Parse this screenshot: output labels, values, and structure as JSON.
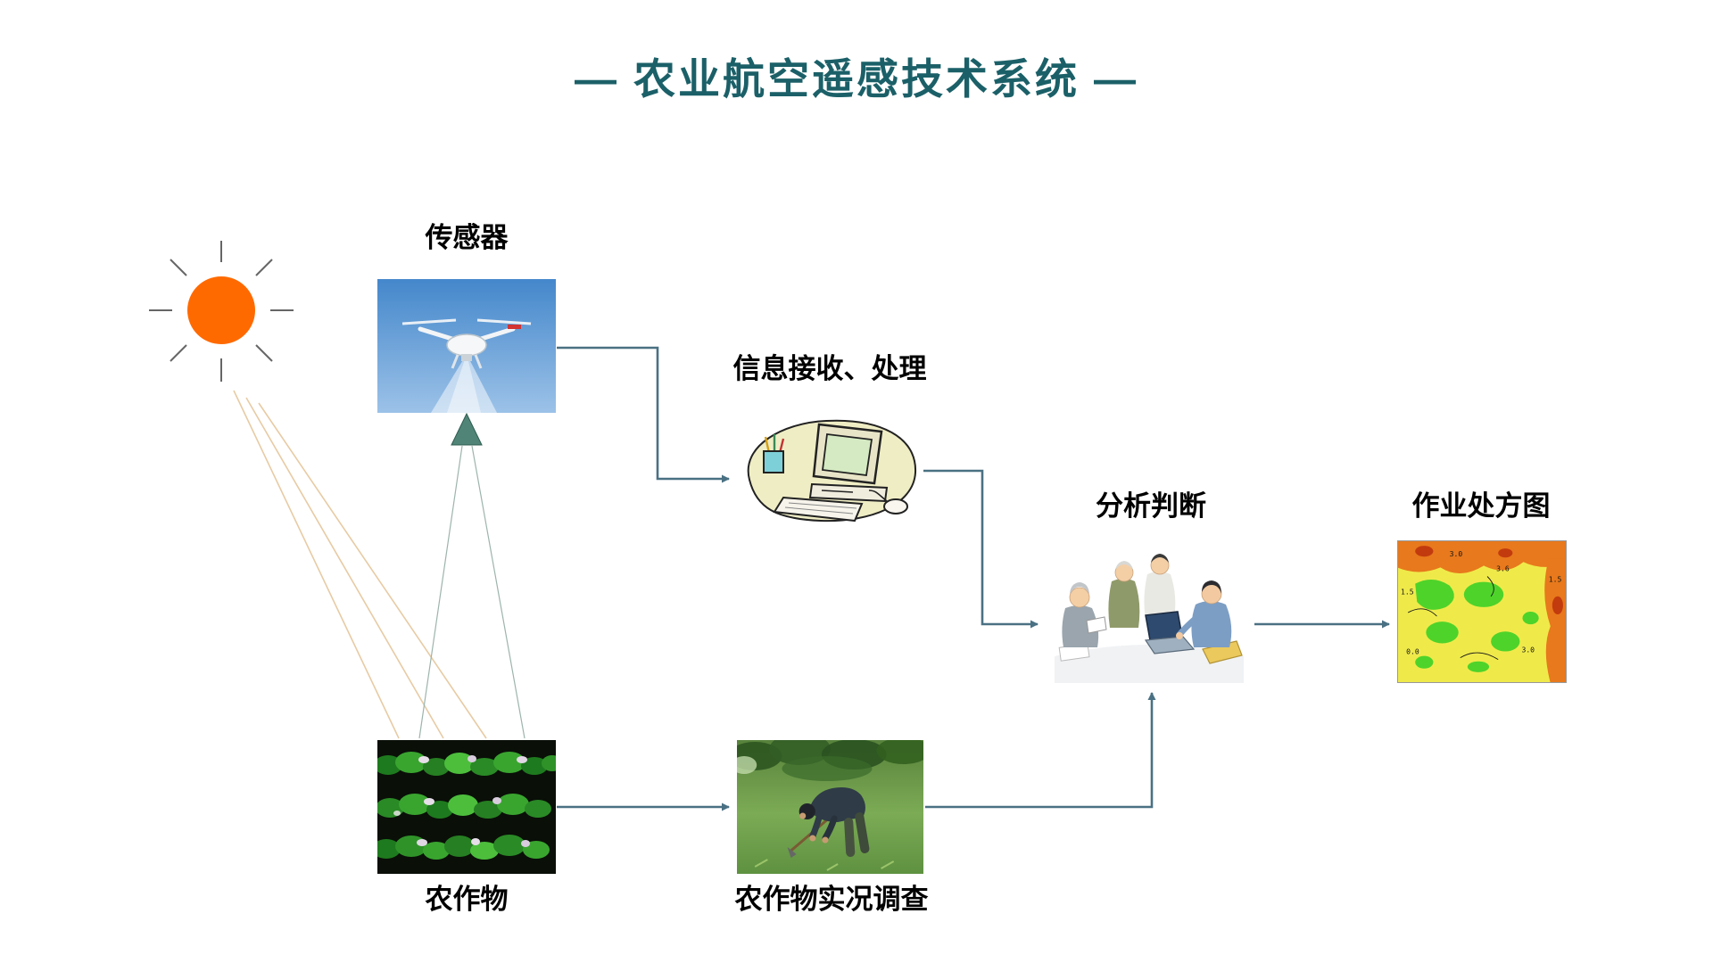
{
  "title": "— 农业航空遥感技术系统 —",
  "colors": {
    "title": "#1B6068",
    "arrow": "#4A7183",
    "beam": "#E7CBA4",
    "reflect": "#9DB4AC",
    "tri": "#4F8476",
    "sun": "#FF6A00"
  },
  "nodes": {
    "sensor": {
      "label": "传感器"
    },
    "receive": {
      "label": "信息接收、处理"
    },
    "analyze": {
      "label": "分析判断"
    },
    "prescription": {
      "label": "作业处方图"
    },
    "crop": {
      "label": "农作物"
    },
    "survey": {
      "label": "农作物实况调查"
    }
  },
  "map_values": [
    "1.5",
    "3.0",
    "3.6",
    "0.0",
    "1.5",
    "3.0"
  ]
}
